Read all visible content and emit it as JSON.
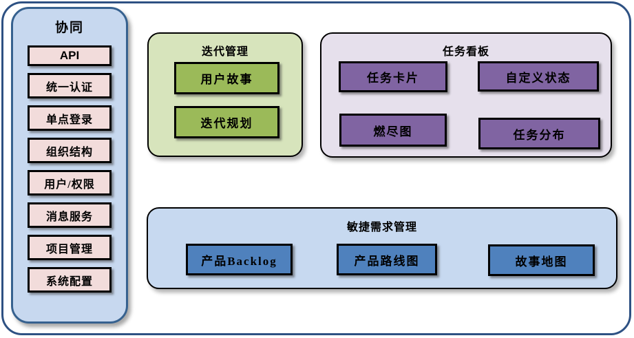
{
  "sidebar": {
    "title": "协同",
    "items": [
      "API",
      "统一认证",
      "单点登录",
      "组织结构",
      "用户/权限",
      "消息服务",
      "项目管理",
      "系统配置"
    ]
  },
  "groups": {
    "iteration": {
      "title": "迭代管理",
      "items": [
        "用户故事",
        "迭代规划"
      ]
    },
    "kanban": {
      "title": "任务看板",
      "items": [
        "任务卡片",
        "自定义状态",
        "燃尽图",
        "任务分布"
      ]
    },
    "requirements": {
      "title": "敏捷需求管理",
      "items": [
        "产品Backlog",
        "产品路线图",
        "故事地图"
      ]
    }
  },
  "colors": {
    "frame_border": "#2e5183",
    "sidebar_bg": "#c7d8ef",
    "sidebar_border": "#36618f",
    "sidebar_item_bg": "#f2dcdb",
    "iteration_bg": "#d7e4bc",
    "iteration_item_bg": "#9bba59",
    "kanban_bg": "#e6e0ec",
    "kanban_item_bg": "#8064a2",
    "requirements_bg": "#c7d9f0",
    "requirements_item_bg": "#4f81bd",
    "box_border": "#000000"
  }
}
